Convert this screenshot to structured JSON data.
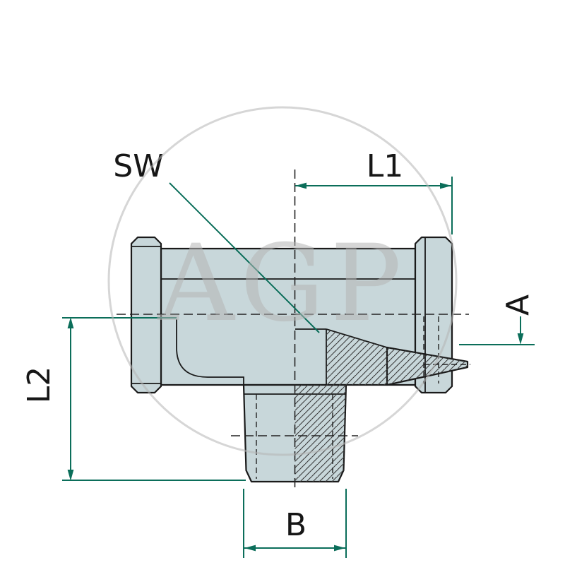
{
  "drawing": {
    "watermark_text": "AGP",
    "labels": {
      "sw": "SW",
      "l1": "L1",
      "l2": "L2",
      "a": "A",
      "b": "B"
    },
    "colors": {
      "background": "#ffffff",
      "part_fill": "#c8d7da",
      "part_outline": "#1a1a1a",
      "dimension_line": "#0b6e5a",
      "label_text": "#161616",
      "watermark": "#b5b5b5"
    }
  }
}
